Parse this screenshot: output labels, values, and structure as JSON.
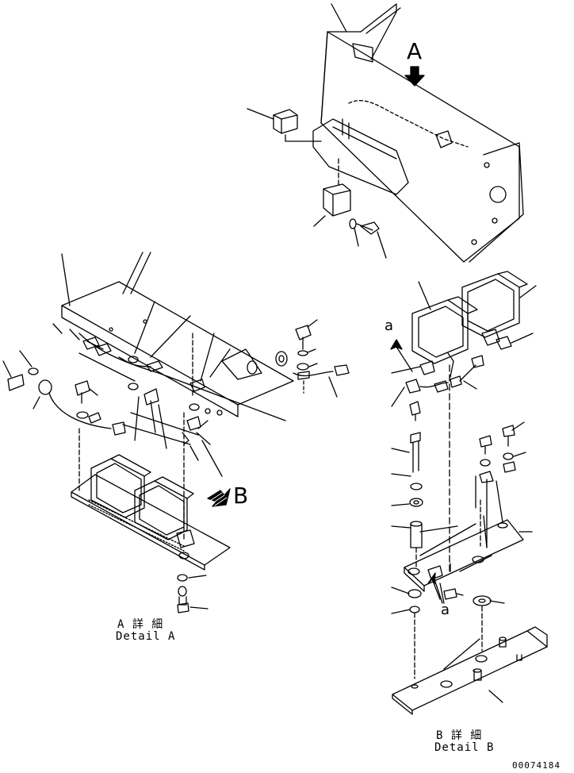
{
  "callouts": {
    "view_a": "A",
    "view_b": "B",
    "ref_a_top": "a",
    "ref_a_bottom": "a"
  },
  "captions": {
    "detail_a_jp": "A 詳 細",
    "detail_a_en": "Detail A",
    "detail_b_jp": "B 詳 細",
    "detail_b_en": "Detail B"
  },
  "figure_number": "00074184"
}
